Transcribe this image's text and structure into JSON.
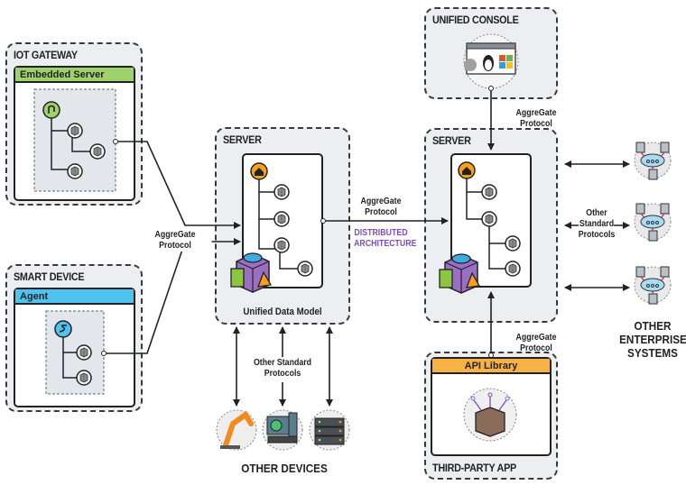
{
  "iot_gateway": {
    "title": "IOT GATEWAY",
    "panel_label": "Embedded Server"
  },
  "smart_device": {
    "title": "SMART DEVICE",
    "panel_label": "Agent"
  },
  "server_left": {
    "title": "SERVER",
    "caption": "Unified Data Model"
  },
  "server_right": {
    "title": "SERVER"
  },
  "unified_console": {
    "title": "UNIFIED CONSOLE"
  },
  "third_party_app": {
    "title": "THIRD-PARTY APP",
    "panel_label": "API Library"
  },
  "labels": {
    "aggregate_protocol_left": "AggreGate Protocol",
    "aggregate_protocol_mid_1": "AggreGate",
    "aggregate_protocol_mid_2": "Protocol",
    "distributed_1": "DISTRIBUTED",
    "distributed_2": "ARCHITECTURE",
    "aggregate_protocol_console": "AggreGate Protocol",
    "aggregate_protocol_api": "AggreGate Protocol",
    "other_std_devices_1": "Other Standard",
    "other_std_devices_2": "Protocols",
    "other_std_ent_1": "Other",
    "other_std_ent_2": "Standard",
    "other_std_ent_3": "Protocols",
    "other_devices": "OTHER DEVICES",
    "other_enterprise_1": "OTHER",
    "other_enterprise_2": "ENTERPRISE",
    "other_enterprise_3": "SYSTEMS"
  },
  "colors": {
    "gateway_green": "#9ed26a",
    "agent_blue": "#4fc3f0",
    "api_orange": "#f8b144",
    "home_orange": "#f7a11a",
    "distributed_purple": "#7b4fb8",
    "zone_bg": "#eceef1"
  }
}
